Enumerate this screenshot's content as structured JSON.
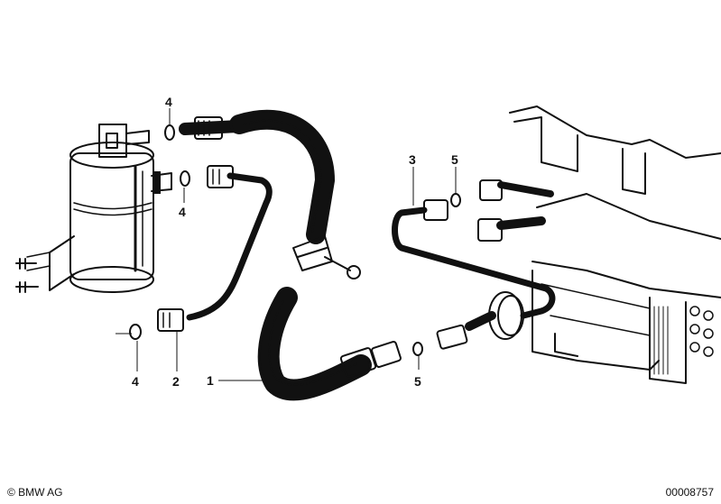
{
  "callouts": [
    {
      "id": "c4a",
      "label": "4"
    },
    {
      "id": "c4b",
      "label": "4"
    },
    {
      "id": "c4c",
      "label": "4"
    },
    {
      "id": "c3",
      "label": "3"
    },
    {
      "id": "c5a",
      "label": "5"
    },
    {
      "id": "c5b",
      "label": "5"
    },
    {
      "id": "c2",
      "label": "2"
    },
    {
      "id": "c1",
      "label": "1"
    }
  ],
  "footer": {
    "copyright": "© BMW AG",
    "drawing_number": "00008757"
  }
}
